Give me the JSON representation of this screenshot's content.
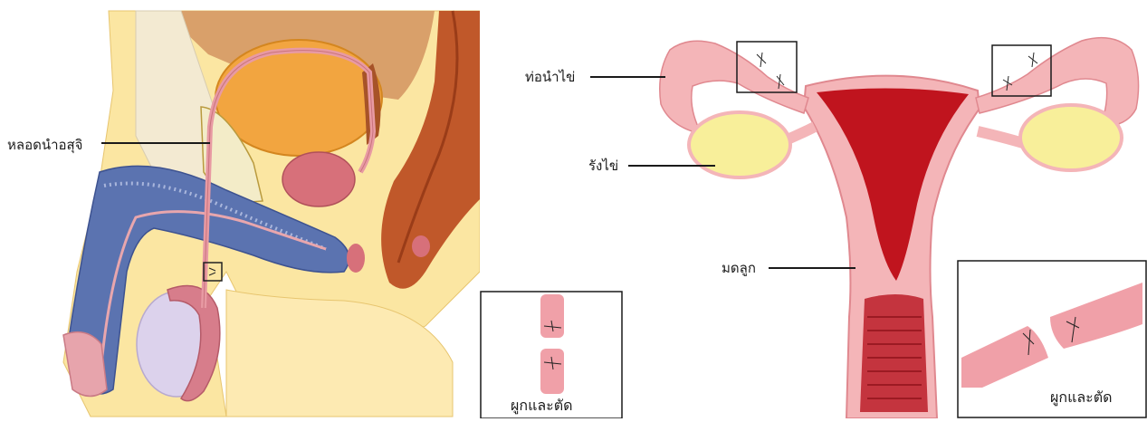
{
  "male_panel": {
    "labels": {
      "vas_deferens": "หลอดนำอสุจิ"
    },
    "inset_caption": "ผูกและตัด"
  },
  "female_panel": {
    "labels": {
      "fallopian_tube": "ท่อนำไข่",
      "ovary": "รังไข่",
      "uterus": "มดลูก"
    },
    "inset_caption": "ผูกและตัด"
  },
  "colors": {
    "skin": "#fbe6a2",
    "penis_tissue": "#5b73b0",
    "bladder": "#f2a540",
    "rectum": "#c0582a",
    "pink_tube": "#e89aa3",
    "uterus_wall": "#f4b5b8",
    "uterus_cavity": "#c0141e",
    "ovary": "#f8ef9a",
    "testis": "#dcd2ec"
  }
}
